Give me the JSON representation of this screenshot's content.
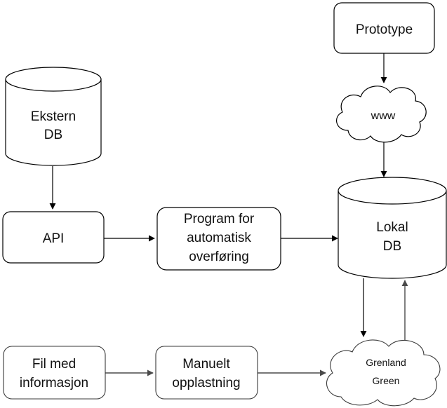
{
  "nodes": {
    "prototype": {
      "label": "Prototype"
    },
    "www": {
      "label": "www"
    },
    "ekstern_db": {
      "lines": [
        "Ekstern",
        "DB"
      ]
    },
    "api": {
      "label": "API"
    },
    "program": {
      "lines": [
        "Program for",
        "automatisk",
        "overføring"
      ]
    },
    "lokal_db": {
      "lines": [
        "Lokal",
        "DB"
      ]
    },
    "fil": {
      "lines": [
        "Fil med",
        "informasjon"
      ]
    },
    "manuelt": {
      "lines": [
        "Manuelt",
        "opplastning"
      ]
    },
    "grenland": {
      "lines": [
        "Grenland",
        "Green"
      ]
    }
  },
  "edges": [
    {
      "from": "Prototype",
      "to": "www"
    },
    {
      "from": "www",
      "to": "Lokal DB"
    },
    {
      "from": "Ekstern DB",
      "to": "API"
    },
    {
      "from": "API",
      "to": "Program for automatisk overføring"
    },
    {
      "from": "Program for automatisk overføring",
      "to": "Lokal DB"
    },
    {
      "from": "Lokal DB",
      "to": "Grenland Green"
    },
    {
      "from": "Grenland Green",
      "to": "Lokal DB"
    },
    {
      "from": "Fil med informasjon",
      "to": "Manuelt opplastning"
    },
    {
      "from": "Manuelt opplastning",
      "to": "Grenland Green"
    }
  ]
}
